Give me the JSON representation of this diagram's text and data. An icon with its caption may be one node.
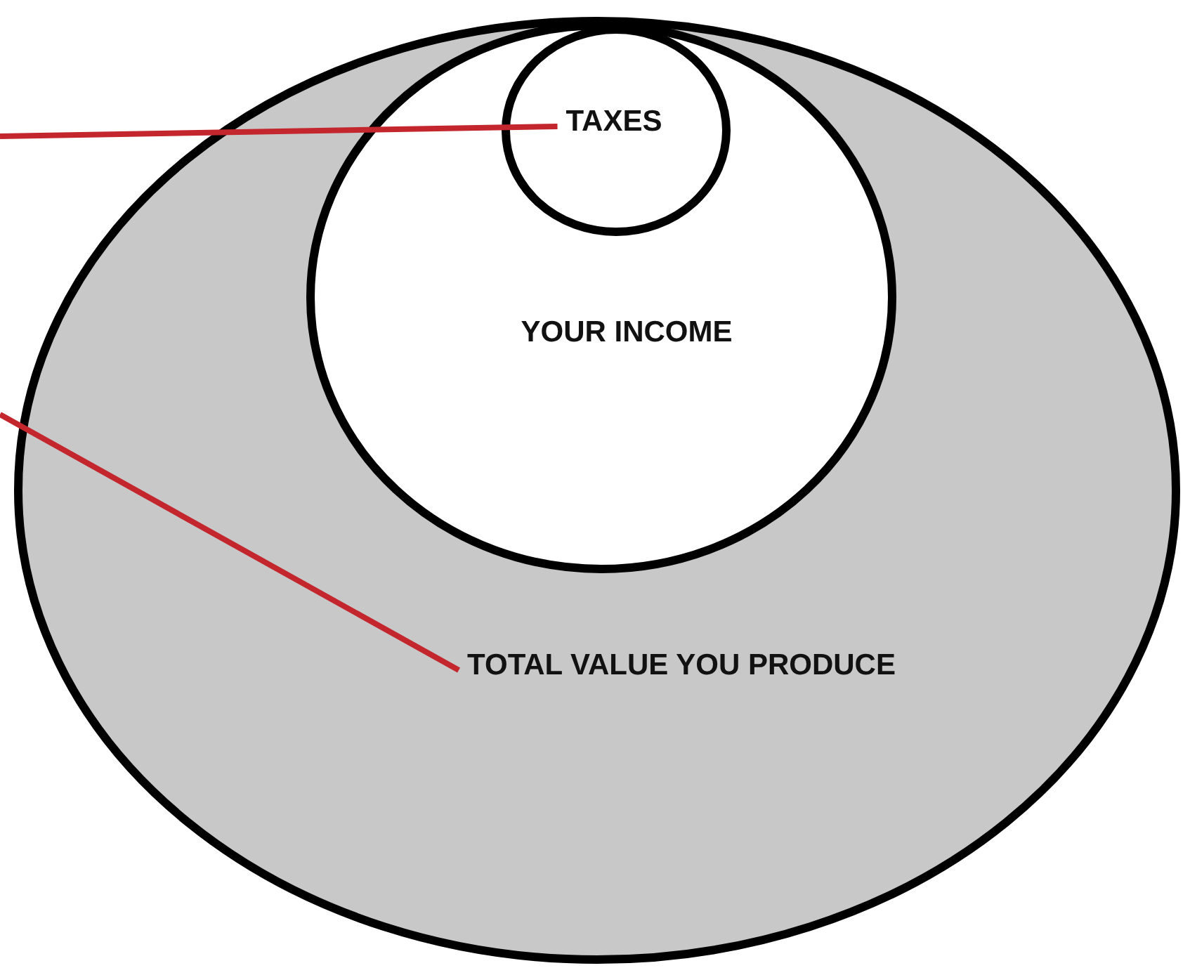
{
  "diagram": {
    "nodes": [
      {
        "text": [
          "TOTAL VALUE YOU PRODUCE"
        ]
      },
      {
        "text": [
          "YOUR INCOME"
        ],
        "in": 0
      },
      {
        "text": [
          "TAXES"
        ],
        "in": 1
      }
    ],
    "edges": [
      {
        "from": null,
        "to": 2,
        "arrow": "none"
      },
      {
        "from": null,
        "to": 0,
        "arrow": "none"
      }
    ]
  }
}
